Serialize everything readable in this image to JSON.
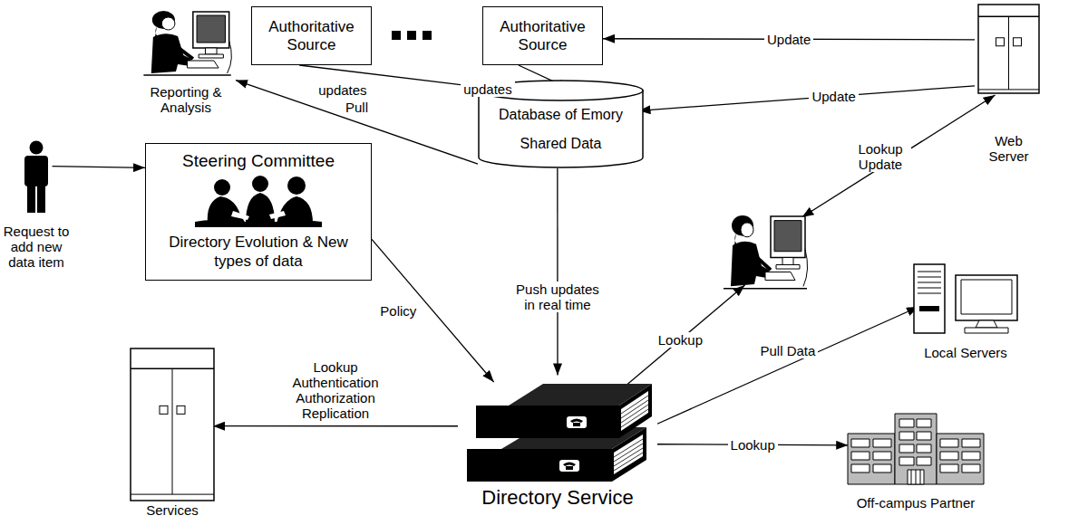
{
  "diagram": {
    "nodes": [
      {
        "text": [
          "Reporting & Analysis"
        ]
      },
      {
        "text": [
          "Authoritative Source"
        ]
      },
      {
        "text": [
          "Authoritative Source"
        ]
      },
      {
        "text": [
          "Web Server"
        ]
      },
      {
        "text": [
          "Steering Committee",
          "Directory Evolution & New types of data"
        ]
      },
      {
        "text": [
          "Database of Emory Shared Data"
        ]
      },
      {
        "text": [
          "Request to add new data item"
        ]
      },
      {
        "text": []
      },
      {
        "text": [
          "Local Servers"
        ]
      },
      {
        "text": [
          "Directory Service"
        ]
      },
      {
        "text": [
          "Services"
        ]
      },
      {
        "text": [
          "Off-campus Partner"
        ]
      }
    ],
    "edges": [
      {
        "from": 5,
        "to": 0,
        "label": "Pull",
        "arrow": "to"
      },
      {
        "from": 1,
        "to": 5,
        "label": "updates",
        "arrow": "to"
      },
      {
        "from": 2,
        "to": 5,
        "label": "updates",
        "arrow": "to"
      },
      {
        "from": 3,
        "to": 2,
        "label": "Update",
        "arrow": "to"
      },
      {
        "from": 3,
        "to": 5,
        "label": "Update",
        "arrow": "to"
      },
      {
        "from": 3,
        "to": 7,
        "label": "Lookup Update",
        "arrow": "both"
      },
      {
        "from": 6,
        "to": 4,
        "arrow": "to"
      },
      {
        "from": 4,
        "to": 9,
        "label": "Policy",
        "arrow": "to"
      },
      {
        "from": 5,
        "to": 9,
        "label": "Push updates in real time",
        "arrow": "to"
      },
      {
        "from": 9,
        "to": 7,
        "label": "Lookup",
        "arrow": "to"
      },
      {
        "from": 9,
        "to": 10,
        "label": "Lookup Authentication Authorization Replication",
        "arrow": "to"
      },
      {
        "from": 9,
        "to": 8,
        "label": "Pull Data",
        "arrow": "to"
      },
      {
        "from": 9,
        "to": 11,
        "label": "Lookup",
        "arrow": "to"
      }
    ]
  }
}
